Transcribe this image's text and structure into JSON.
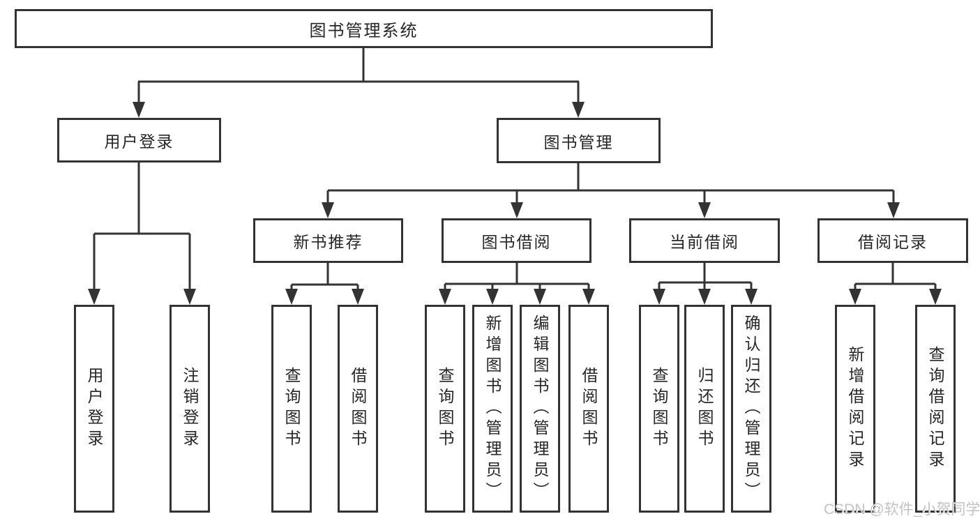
{
  "diagram": {
    "type": "tree",
    "root": {
      "label": "图书管理系统",
      "children": [
        {
          "label": "用户登录",
          "children": [
            {
              "label": "用户登录"
            },
            {
              "label": "注销登录"
            }
          ]
        },
        {
          "label": "图书管理",
          "children": [
            {
              "label": "新书推荐",
              "children": [
                {
                  "label": "查询图书"
                },
                {
                  "label": "借阅图书"
                }
              ]
            },
            {
              "label": "图书借阅",
              "children": [
                {
                  "label": "查询图书"
                },
                {
                  "label": "新增图书（管理员）"
                },
                {
                  "label": "编辑图书（管理员）"
                },
                {
                  "label": "借阅图书"
                }
              ]
            },
            {
              "label": "当前借阅",
              "children": [
                {
                  "label": "查询图书"
                },
                {
                  "label": "归还图书"
                },
                {
                  "label": "确认归还（管理员）"
                }
              ]
            },
            {
              "label": "借阅记录",
              "children": [
                {
                  "label": "新增借阅记录"
                },
                {
                  "label": "查询借阅记录"
                }
              ]
            }
          ]
        }
      ]
    }
  },
  "watermark": {
    "text": "CSDN @软件_小贺同学"
  },
  "colors": {
    "line": "#333333",
    "box_border": "#333333",
    "box_fill": "#ffffff",
    "text": "#262626",
    "watermark": "#c3c3c7",
    "background": "#ffffff"
  }
}
